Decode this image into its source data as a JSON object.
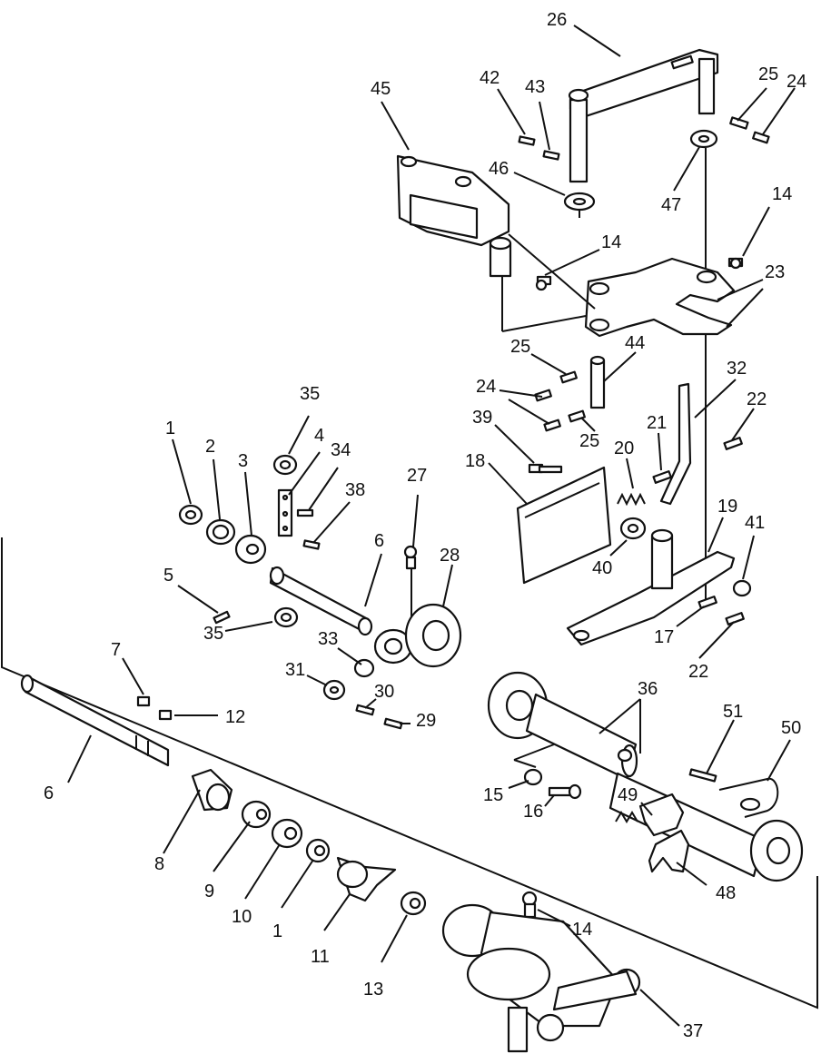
{
  "callouts": {
    "c1a": "1",
    "c1b": "1",
    "c2": "2",
    "c3": "3",
    "c4": "4",
    "c5": "5",
    "c6a": "6",
    "c6b": "6",
    "c7": "7",
    "c8": "8",
    "c9": "9",
    "c10": "10",
    "c11": "11",
    "c12": "12",
    "c13": "13",
    "c14a": "14",
    "c14b": "14",
    "c14c": "14",
    "c15": "15",
    "c16": "16",
    "c17": "17",
    "c18": "18",
    "c19": "19",
    "c20": "20",
    "c21": "21",
    "c22a": "22",
    "c22b": "22",
    "c23": "23",
    "c24a": "24",
    "c24b": "24",
    "c25a": "25",
    "c25b": "25",
    "c25c": "25",
    "c26": "26",
    "c27": "27",
    "c28": "28",
    "c29": "29",
    "c30": "30",
    "c31": "31",
    "c32": "32",
    "c33": "33",
    "c34": "34",
    "c35a": "35",
    "c35b": "35",
    "c36": "36",
    "c37": "37",
    "c38": "38",
    "c39": "39",
    "c40": "40",
    "c41": "41",
    "c42": "42",
    "c43": "43",
    "c44": "44",
    "c45": "45",
    "c46": "46",
    "c47": "47",
    "c48": "48",
    "c49": "49",
    "c50": "50",
    "c51": "51"
  },
  "colors": {
    "ink": "#111111",
    "paper": "#ffffff"
  }
}
